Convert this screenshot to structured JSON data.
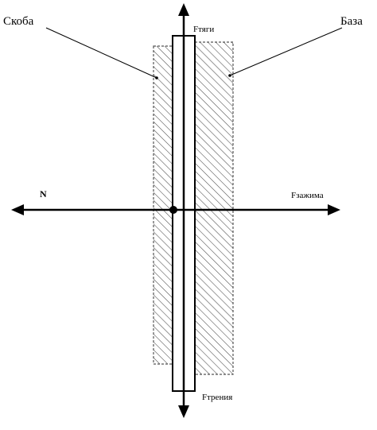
{
  "labels": {
    "clamp": "Скоба",
    "base": "База",
    "traction_force": "Fтяги",
    "normal_force": "N",
    "clamping_force": "Fзажима",
    "friction_force": "Fтрения"
  },
  "colors": {
    "ink": "#000000",
    "hatch": "#4a4a4a",
    "hatch_border": "#555555",
    "background": "#ffffff"
  }
}
